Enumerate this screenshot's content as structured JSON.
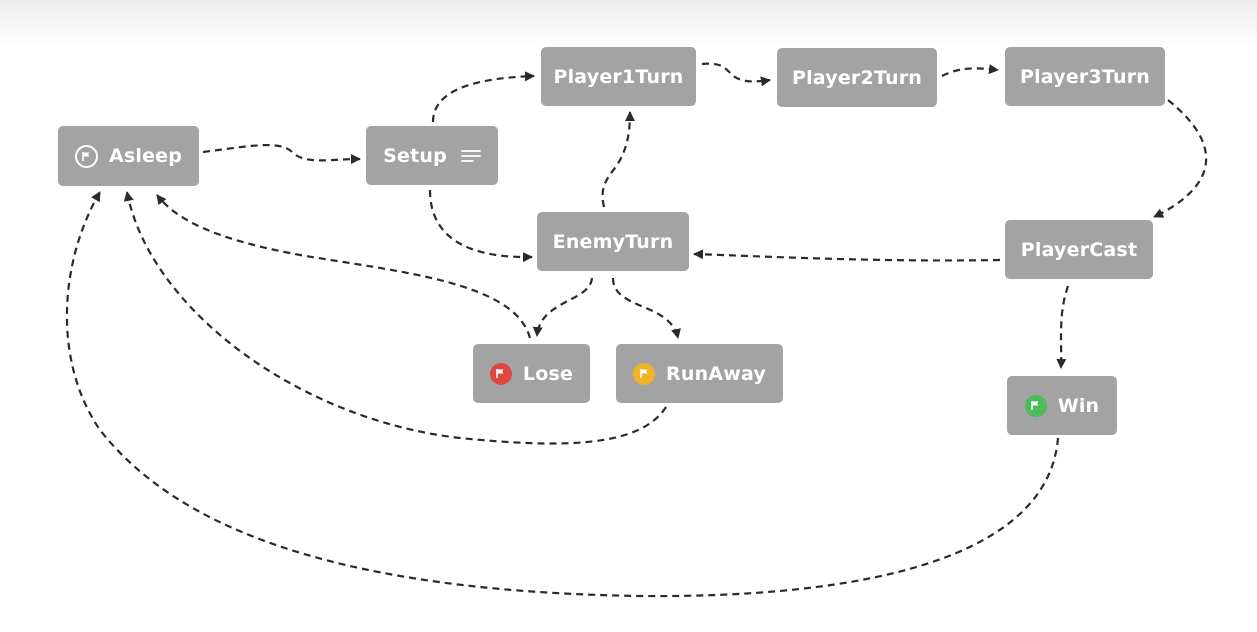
{
  "nodes": {
    "asleep": {
      "label": "Asleep",
      "icon": "flag-icon"
    },
    "setup": {
      "label": "Setup",
      "icon": "menu-icon"
    },
    "player1turn": {
      "label": "Player1Turn"
    },
    "player2turn": {
      "label": "Player2Turn"
    },
    "player3turn": {
      "label": "Player3Turn"
    },
    "enemyturn": {
      "label": "EnemyTurn"
    },
    "playercast": {
      "label": "PlayerCast"
    },
    "lose": {
      "label": "Lose",
      "icon": "flag-icon",
      "icon_color": "#e0473f"
    },
    "runaway": {
      "label": "RunAway",
      "icon": "flag-icon",
      "icon_color": "#f0b429"
    },
    "win": {
      "label": "Win",
      "icon": "flag-icon",
      "icon_color": "#4cbb5a"
    }
  },
  "edges": [
    {
      "from": "asleep",
      "to": "setup"
    },
    {
      "from": "setup",
      "to": "player1turn"
    },
    {
      "from": "setup",
      "to": "enemyturn"
    },
    {
      "from": "player1turn",
      "to": "player2turn"
    },
    {
      "from": "player2turn",
      "to": "player3turn"
    },
    {
      "from": "player3turn",
      "to": "playercast"
    },
    {
      "from": "playercast",
      "to": "enemyturn"
    },
    {
      "from": "playercast",
      "to": "win"
    },
    {
      "from": "enemyturn",
      "to": "player1turn"
    },
    {
      "from": "enemyturn",
      "to": "lose"
    },
    {
      "from": "enemyturn",
      "to": "runaway"
    },
    {
      "from": "lose",
      "to": "asleep"
    },
    {
      "from": "runaway",
      "to": "asleep"
    },
    {
      "from": "win",
      "to": "asleep"
    }
  ],
  "colors": {
    "node_bg": "#a3a3a3",
    "node_text": "#ffffff",
    "edge": "#2a2a2a"
  }
}
